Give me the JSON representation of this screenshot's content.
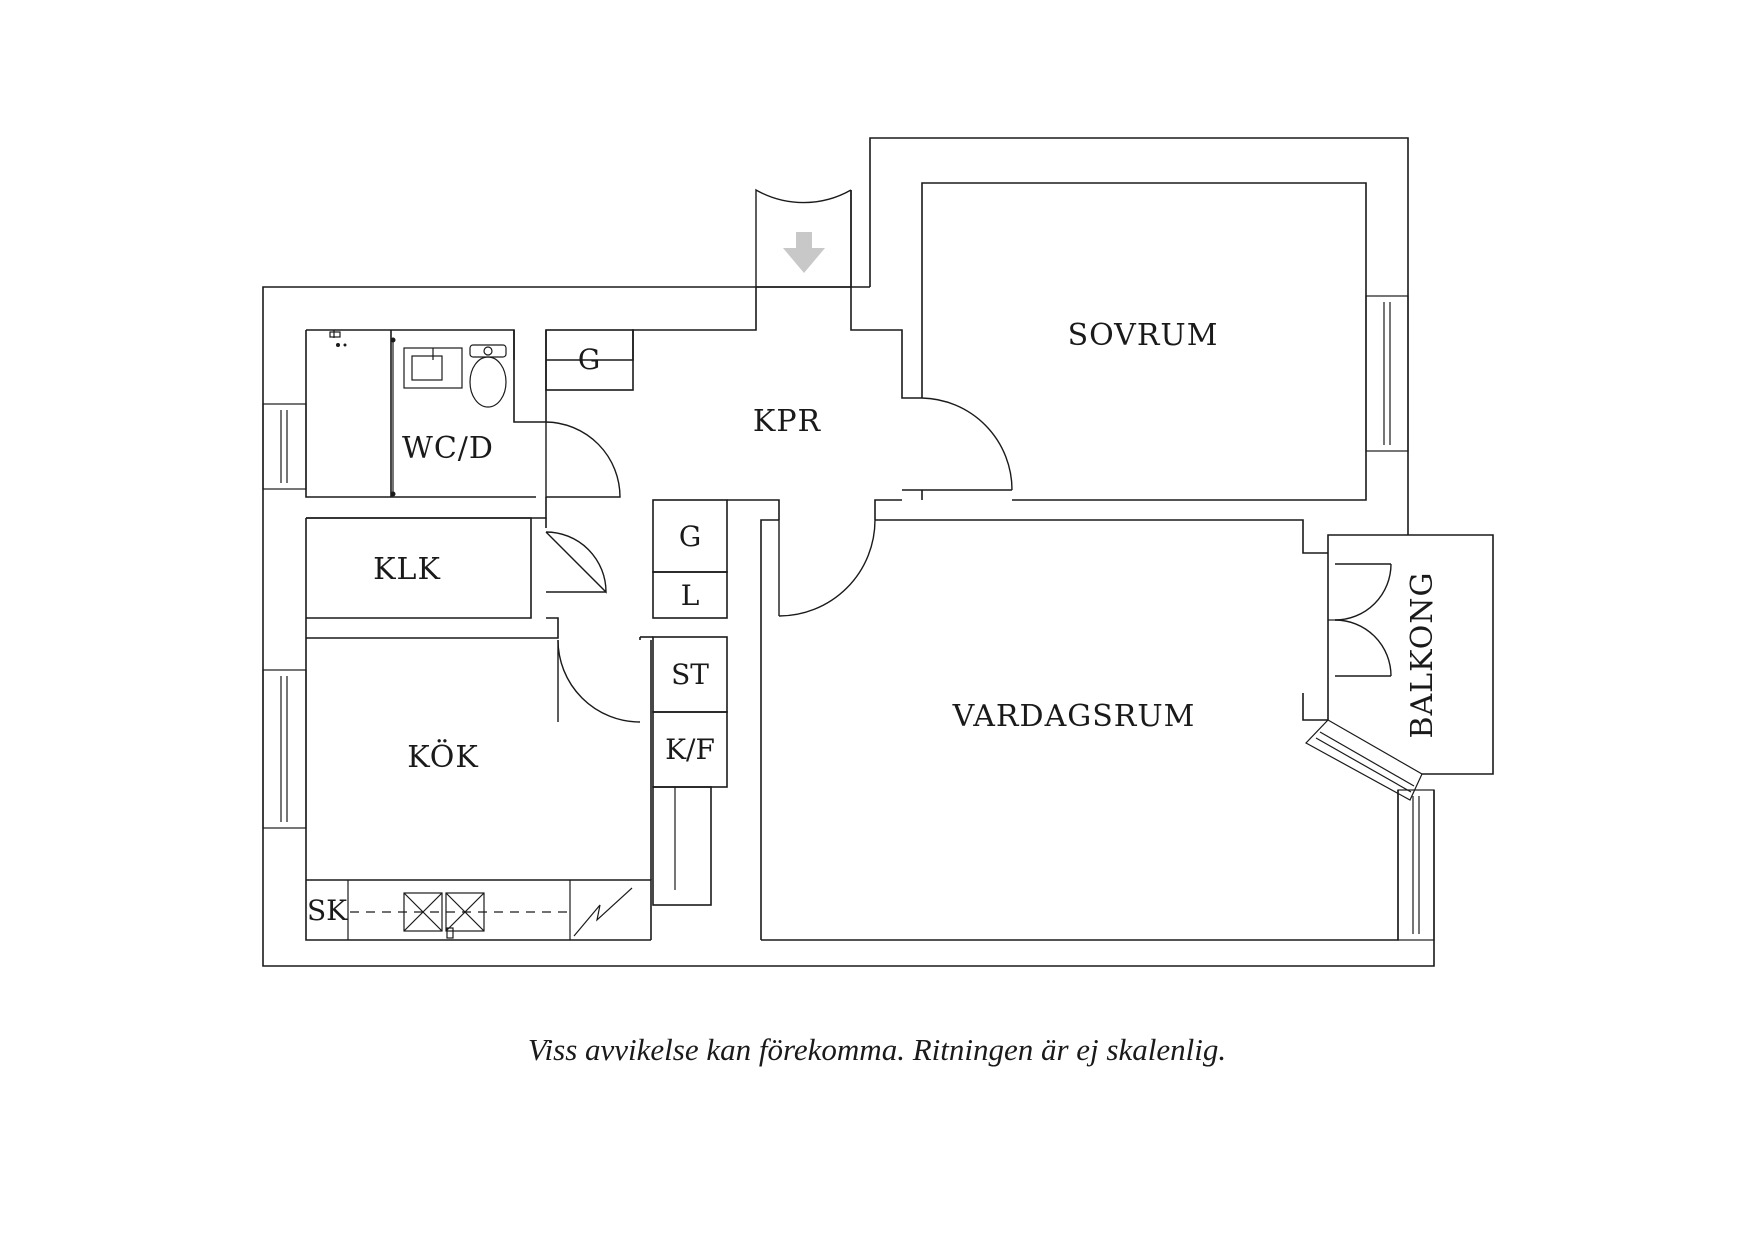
{
  "rooms": {
    "sovrum": "SOVRUM",
    "kpr": "KPR",
    "wcd": "WC/D",
    "klk": "KLK",
    "kok": "KÖK",
    "vardagsrum": "VARDAGSRUM",
    "balkong": "BALKONG"
  },
  "closets": {
    "g_top": "G",
    "g_mid": "G",
    "l": "L",
    "st": "ST",
    "kf": "K/F",
    "sk": "SK"
  },
  "entrance_marker_color": "#c8c8c8",
  "caption": "Viss avvikelse kan förekomma. Ritningen är ej skalenlig."
}
